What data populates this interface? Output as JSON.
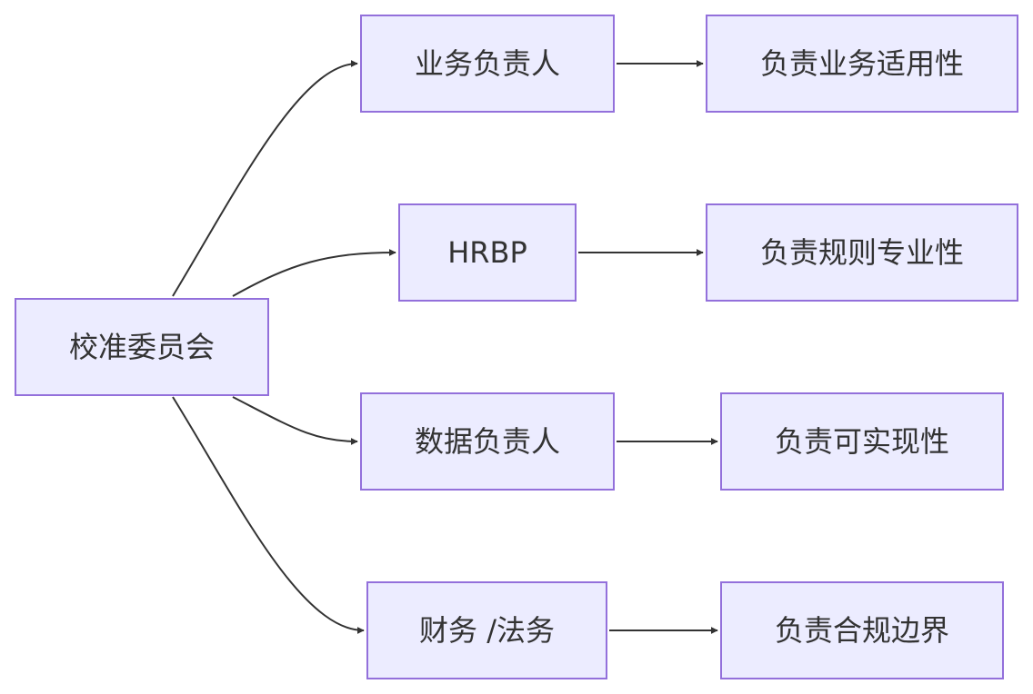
{
  "diagram": {
    "nodes": {
      "root": "校准委员会",
      "business_owner": "业务负责人",
      "hrbp": "HRBP",
      "data_owner": "数据负责人",
      "finance_legal": "财务 /法务",
      "business_fit": "负责业务适用性",
      "rule_expertise": "负责规则专业性",
      "feasibility": "负责可实现性",
      "compliance": "负责合规边界"
    },
    "edges": [
      {
        "from": "root",
        "to": "business_owner"
      },
      {
        "from": "root",
        "to": "hrbp"
      },
      {
        "from": "root",
        "to": "data_owner"
      },
      {
        "from": "root",
        "to": "finance_legal"
      },
      {
        "from": "business_owner",
        "to": "business_fit"
      },
      {
        "from": "hrbp",
        "to": "rule_expertise"
      },
      {
        "from": "data_owner",
        "to": "feasibility"
      },
      {
        "from": "finance_legal",
        "to": "compliance"
      }
    ],
    "colors": {
      "node_fill": "#ECECFF",
      "node_border": "#9370DB",
      "text": "#333333",
      "edge": "#333333"
    }
  }
}
